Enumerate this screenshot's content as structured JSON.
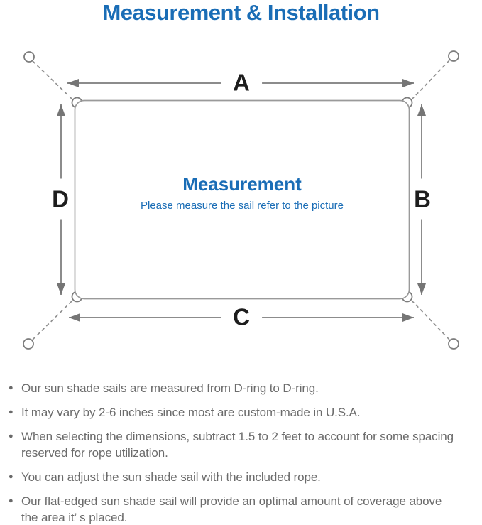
{
  "page": {
    "title": "Measurement & Installation"
  },
  "diagram": {
    "labels": {
      "top": "A",
      "right": "B",
      "bottom": "C",
      "left": "D"
    },
    "center": {
      "heading": "Measurement",
      "subheading": "Please measure the sail refer to the picture"
    }
  },
  "notes": {
    "bullet_glyph": "●",
    "items": [
      [
        "Our sun shade sails are measured from D-ring to D-ring."
      ],
      [
        "It may vary by 2-6 inches since most are custom-made in U.S.A."
      ],
      [
        "When selecting the dimensions, subtract 1.5 to 2 feet to account for some spacing",
        "reserved for rope utilization."
      ],
      [
        "You can adjust the sun shade sail with the included rope."
      ],
      [
        "Our flat-edged sun shade sail will provide an optimal amount of coverage above",
        "the area it’ s placed."
      ]
    ]
  },
  "colors": {
    "accent_blue": "#1a6db6",
    "diagram_line_gray": "#8c8c8c",
    "arrowhead_gray": "#757575",
    "dim_label_black": "#1d1d1d",
    "note_text_gray": "#6b6b6b"
  }
}
